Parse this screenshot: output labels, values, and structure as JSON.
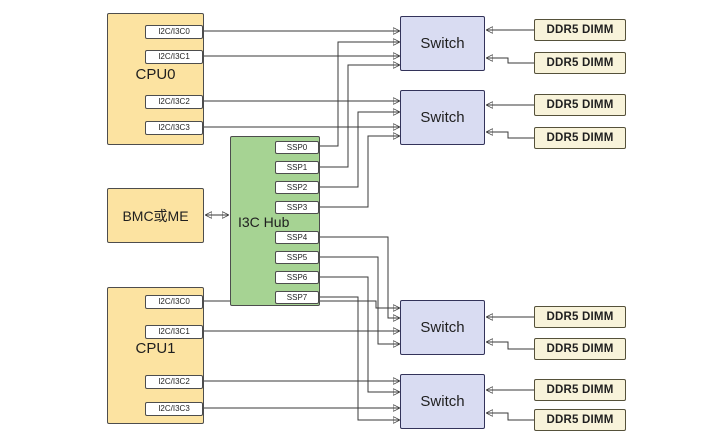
{
  "cpu0": {
    "label": "CPU0",
    "ports": [
      "I2C/I3C0",
      "I2C/I3C1",
      "I2C/I3C2",
      "I2C/I3C3"
    ]
  },
  "bmc": {
    "label": "BMC或ME"
  },
  "cpu1": {
    "label": "CPU1",
    "ports": [
      "I2C/I3C0",
      "I2C/I3C1",
      "I2C/I3C2",
      "I2C/I3C3"
    ]
  },
  "hub": {
    "label": "I3C Hub",
    "ports": [
      "SSP0",
      "SSP1",
      "SSP2",
      "SSP3",
      "SSP4",
      "SSP5",
      "SSP6",
      "SSP7"
    ]
  },
  "switches": [
    "Switch",
    "Switch",
    "Switch",
    "Switch"
  ],
  "dimms": [
    "DDR5 DIMM",
    "DDR5 DIMM",
    "DDR5 DIMM",
    "DDR5 DIMM",
    "DDR5 DIMM",
    "DDR5 DIMM",
    "DDR5 DIMM",
    "DDR5 DIMM"
  ],
  "colors": {
    "cpu_fill": "#fce3a1",
    "hub_fill": "#a6d393",
    "switch_fill": "#d9dcf2",
    "dimm_fill": "#f8f3da",
    "port_fill": "#ffffff",
    "wire": "#3a3a3a"
  }
}
